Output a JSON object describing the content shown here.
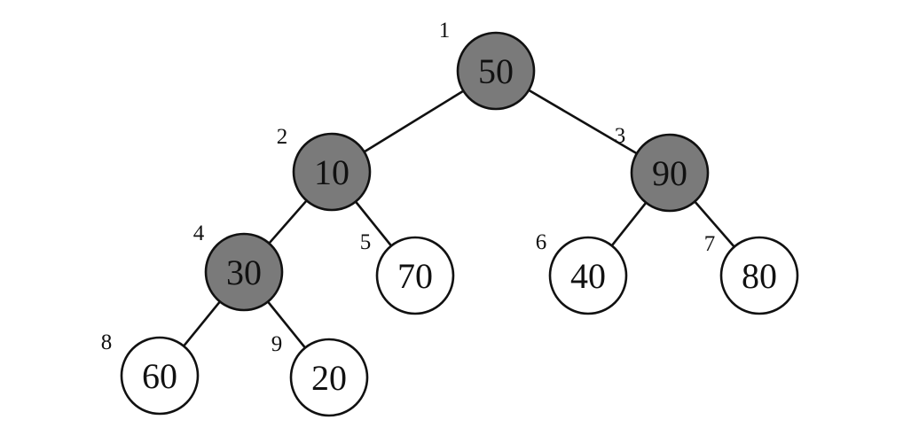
{
  "nodes": [
    {
      "index": "1",
      "value": "50",
      "highlighted": true
    },
    {
      "index": "2",
      "value": "10",
      "highlighted": true
    },
    {
      "index": "3",
      "value": "90",
      "highlighted": true
    },
    {
      "index": "4",
      "value": "30",
      "highlighted": true
    },
    {
      "index": "5",
      "value": "70",
      "highlighted": false
    },
    {
      "index": "6",
      "value": "40",
      "highlighted": false
    },
    {
      "index": "7",
      "value": "80",
      "highlighted": false
    },
    {
      "index": "8",
      "value": "60",
      "highlighted": false
    },
    {
      "index": "9",
      "value": "20",
      "highlighted": false
    }
  ],
  "edges": [
    [
      "1",
      "2"
    ],
    [
      "1",
      "3"
    ],
    [
      "2",
      "4"
    ],
    [
      "2",
      "5"
    ],
    [
      "3",
      "6"
    ],
    [
      "3",
      "7"
    ],
    [
      "4",
      "8"
    ],
    [
      "4",
      "9"
    ]
  ],
  "colors": {
    "highlighted_fill": "#7a7a7a",
    "normal_fill": "#ffffff",
    "stroke": "#111111"
  }
}
